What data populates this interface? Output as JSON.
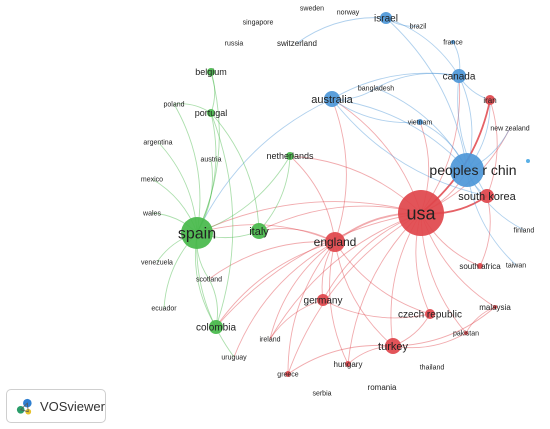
{
  "logo": {
    "text": "VOSviewer"
  },
  "colors": {
    "red": "#e0454b",
    "green": "#47b94a",
    "blue": "#4d97d8",
    "lightblue": "#5ab0e6"
  },
  "nodes": [
    {
      "id": "sweden",
      "label": "sweden",
      "cluster": "none"
    },
    {
      "id": "norway",
      "label": "norway",
      "cluster": "none"
    },
    {
      "id": "israel",
      "label": "israel",
      "cluster": "blue"
    },
    {
      "id": "singapore",
      "label": "singapore",
      "cluster": "none"
    },
    {
      "id": "brazil",
      "label": "brazil",
      "cluster": "none"
    },
    {
      "id": "russia",
      "label": "russia",
      "cluster": "none"
    },
    {
      "id": "switzerland",
      "label": "switzerland",
      "cluster": "none"
    },
    {
      "id": "france",
      "label": "france",
      "cluster": "blue"
    },
    {
      "id": "belgium",
      "label": "belgium",
      "cluster": "green"
    },
    {
      "id": "canada",
      "label": "canada",
      "cluster": "blue"
    },
    {
      "id": "australia",
      "label": "australia",
      "cluster": "blue"
    },
    {
      "id": "bangladesh",
      "label": "bangladesh",
      "cluster": "blue"
    },
    {
      "id": "iran",
      "label": "iran",
      "cluster": "red"
    },
    {
      "id": "poland",
      "label": "poland",
      "cluster": "green"
    },
    {
      "id": "portugal",
      "label": "portugal",
      "cluster": "green"
    },
    {
      "id": "vietnam",
      "label": "vietnam",
      "cluster": "blue"
    },
    {
      "id": "new_zealand",
      "label": "new zealand",
      "cluster": "blue"
    },
    {
      "id": "argentina",
      "label": "argentina",
      "cluster": "green"
    },
    {
      "id": "netherlands",
      "label": "netherlands",
      "cluster": "green"
    },
    {
      "id": "austria",
      "label": "austria",
      "cluster": "green"
    },
    {
      "id": "peoples_r_chin",
      "label": "peoples r chin",
      "cluster": "blue"
    },
    {
      "id": "mexico",
      "label": "mexico",
      "cluster": "green"
    },
    {
      "id": "south_korea",
      "label": "south korea",
      "cluster": "red"
    },
    {
      "id": "usa",
      "label": "usa",
      "cluster": "red"
    },
    {
      "id": "wales",
      "label": "wales",
      "cluster": "green"
    },
    {
      "id": "spain",
      "label": "spain",
      "cluster": "green"
    },
    {
      "id": "italy",
      "label": "italy",
      "cluster": "green"
    },
    {
      "id": "england",
      "label": "england",
      "cluster": "red"
    },
    {
      "id": "finland",
      "label": "finland",
      "cluster": "none"
    },
    {
      "id": "venezuela",
      "label": "venezuela",
      "cluster": "green"
    },
    {
      "id": "south_africa",
      "label": "south africa",
      "cluster": "red"
    },
    {
      "id": "taiwan",
      "label": "taiwan",
      "cluster": "blue"
    },
    {
      "id": "scotland",
      "label": "scotland",
      "cluster": "green"
    },
    {
      "id": "germany",
      "label": "germany",
      "cluster": "red"
    },
    {
      "id": "malaysia",
      "label": "malaysia",
      "cluster": "red"
    },
    {
      "id": "ecuador",
      "label": "ecuador",
      "cluster": "green"
    },
    {
      "id": "czech_republic",
      "label": "czech republic",
      "cluster": "red"
    },
    {
      "id": "colombia",
      "label": "colombia",
      "cluster": "green"
    },
    {
      "id": "pakistan",
      "label": "pakistan",
      "cluster": "red"
    },
    {
      "id": "ireland",
      "label": "ireland",
      "cluster": "red"
    },
    {
      "id": "turkey",
      "label": "turkey",
      "cluster": "red"
    },
    {
      "id": "uruguay",
      "label": "uruguay",
      "cluster": "green"
    },
    {
      "id": "hungary",
      "label": "hungary",
      "cluster": "red"
    },
    {
      "id": "thailand",
      "label": "thailand",
      "cluster": "none"
    },
    {
      "id": "greece",
      "label": "greece",
      "cluster": "red"
    },
    {
      "id": "romania",
      "label": "romania",
      "cluster": "none"
    },
    {
      "id": "serbia",
      "label": "serbia",
      "cluster": "none"
    }
  ],
  "links": [
    [
      "usa",
      "england"
    ],
    [
      "usa",
      "peoples_r_chin"
    ],
    [
      "usa",
      "south_korea"
    ],
    [
      "usa",
      "iran"
    ],
    [
      "usa",
      "canada"
    ],
    [
      "usa",
      "australia"
    ],
    [
      "usa",
      "germany"
    ],
    [
      "usa",
      "turkey"
    ],
    [
      "usa",
      "czech_republic"
    ],
    [
      "usa",
      "malaysia"
    ],
    [
      "usa",
      "pakistan"
    ],
    [
      "usa",
      "south_africa"
    ],
    [
      "usa",
      "spain"
    ],
    [
      "usa",
      "new_zealand"
    ],
    [
      "usa",
      "vietnam"
    ],
    [
      "usa",
      "netherlands"
    ],
    [
      "usa",
      "italy"
    ],
    [
      "usa",
      "colombia"
    ],
    [
      "usa",
      "hungary"
    ],
    [
      "usa",
      "ireland"
    ],
    [
      "usa",
      "greece"
    ],
    [
      "england",
      "spain"
    ],
    [
      "england",
      "italy"
    ],
    [
      "england",
      "germany"
    ],
    [
      "england",
      "turkey"
    ],
    [
      "england",
      "colombia"
    ],
    [
      "england",
      "australia"
    ],
    [
      "england",
      "netherlands"
    ],
    [
      "england",
      "scotland"
    ],
    [
      "england",
      "czech_republic"
    ],
    [
      "england",
      "ireland"
    ],
    [
      "england",
      "greece"
    ],
    [
      "england",
      "hungary"
    ],
    [
      "england",
      "uruguay"
    ],
    [
      "peoples_r_chin",
      "canada"
    ],
    [
      "peoples_r_chin",
      "australia"
    ],
    [
      "peoples_r_chin",
      "south_korea"
    ],
    [
      "peoples_r_chin",
      "vietnam"
    ],
    [
      "peoples_r_chin",
      "bangladesh"
    ],
    [
      "peoples_r_chin",
      "taiwan"
    ],
    [
      "peoples_r_chin",
      "finland"
    ],
    [
      "peoples_r_chin",
      "iran"
    ],
    [
      "peoples_r_chin",
      "new_zealand"
    ],
    [
      "peoples_r_chin",
      "israel"
    ],
    [
      "canada",
      "israel"
    ],
    [
      "canada",
      "australia"
    ],
    [
      "canada",
      "south_korea"
    ],
    [
      "canada",
      "iran"
    ],
    [
      "canada",
      "france"
    ],
    [
      "canada",
      "bangladesh"
    ],
    [
      "israel",
      "switzerland"
    ],
    [
      "israel",
      "brazil"
    ],
    [
      "australia",
      "spain"
    ],
    [
      "australia",
      "vietnam"
    ],
    [
      "australia",
      "bangladesh"
    ],
    [
      "australia",
      "south_korea"
    ],
    [
      "south_korea",
      "iran"
    ],
    [
      "spain",
      "italy"
    ],
    [
      "spain",
      "portugal"
    ],
    [
      "spain",
      "belgium"
    ],
    [
      "spain",
      "poland"
    ],
    [
      "spain",
      "argentina"
    ],
    [
      "spain",
      "mexico"
    ],
    [
      "spain",
      "wales"
    ],
    [
      "spain",
      "venezuela"
    ],
    [
      "spain",
      "scotland"
    ],
    [
      "spain",
      "ecuador"
    ],
    [
      "spain",
      "colombia"
    ],
    [
      "spain",
      "netherlands"
    ],
    [
      "spain",
      "austria"
    ],
    [
      "spain",
      "uruguay"
    ],
    [
      "italy",
      "netherlands"
    ],
    [
      "italy",
      "portugal"
    ],
    [
      "colombia",
      "scotland"
    ],
    [
      "colombia",
      "portugal"
    ],
    [
      "portugal",
      "belgium"
    ],
    [
      "portugal",
      "poland"
    ],
    [
      "turkey",
      "hungary"
    ],
    [
      "turkey",
      "greece"
    ],
    [
      "turkey",
      "czech_republic"
    ],
    [
      "turkey",
      "malaysia"
    ],
    [
      "turkey",
      "pakistan"
    ],
    [
      "germany",
      "ireland"
    ],
    [
      "germany",
      "czech_republic"
    ],
    [
      "malaysia",
      "pakistan"
    ],
    [
      "south_africa",
      "south_korea"
    ]
  ]
}
